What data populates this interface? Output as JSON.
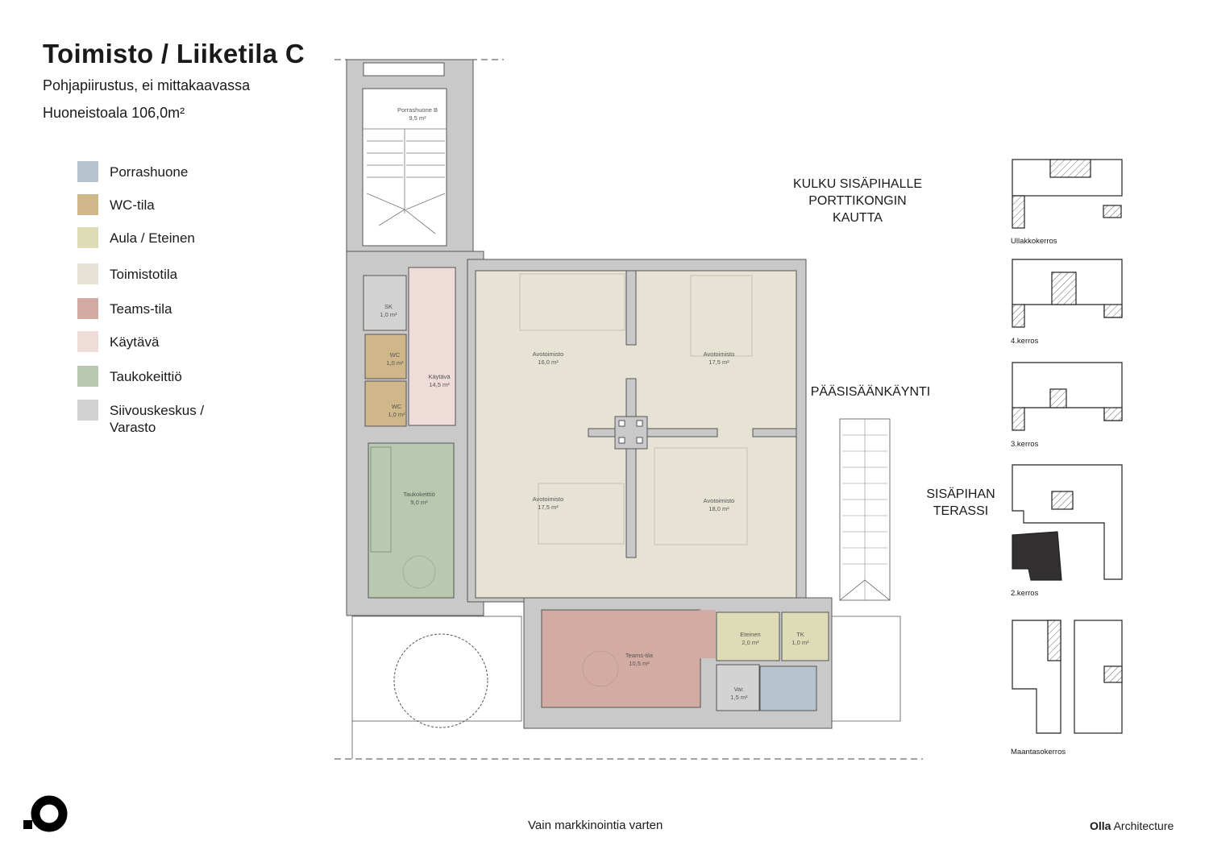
{
  "header": {
    "title": "Toimisto / Liiketila C",
    "subtitle": "Pohjapiirustus, ei mittakaavassa",
    "area": "Huoneistoala 106,0m²"
  },
  "legend": [
    {
      "label": "Porrashuone",
      "color": "#b5c3cc"
    },
    {
      "label": "WC-tila",
      "color": "#cfb789"
    },
    {
      "label": "Aula / Eteinen",
      "color": "#dedbb7"
    },
    {
      "label": "Toimistotila",
      "color": "#e7e3d4"
    },
    {
      "label": "Teams-tila",
      "color": "#d2aca2"
    },
    {
      "label": "Käytävä",
      "color": "#efdcd9"
    },
    {
      "label": "Taukokeittiö",
      "color": "#b8c9b0"
    },
    {
      "label": "Siivouskeskus / Varasto",
      "color": "#d3d3d3"
    }
  ],
  "rooms": {
    "porrashuone": {
      "name": "Porrashuone B",
      "area": "9,5 m²"
    },
    "sk": {
      "name": "SK",
      "area": "1,0 m²"
    },
    "wc1": {
      "name": "WC",
      "area": "1,0 m²"
    },
    "wc2": {
      "name": "WC",
      "area": "1,0 m²"
    },
    "kaytava": {
      "name": "Käytävä",
      "area": "14,5 m²"
    },
    "taukokeittio": {
      "name": "Taukokeittiö",
      "area": "9,0 m²"
    },
    "avo1": {
      "name": "Avotoimisto",
      "area": "16,0 m²"
    },
    "avo2": {
      "name": "Avotoimisto",
      "area": "17,5 m²"
    },
    "avo3": {
      "name": "Avotoimisto",
      "area": "17,5 m²"
    },
    "avo4": {
      "name": "Avotoimisto",
      "area": "18,0 m²"
    },
    "teams": {
      "name": "Teams-tila",
      "area": "10,5 m²"
    },
    "eteinen": {
      "name": "Eteinen",
      "area": "2,0 m²"
    },
    "tk": {
      "name": "TK",
      "area": "1,0 m²"
    },
    "var": {
      "name": "Var.",
      "area": "1,5 m²"
    }
  },
  "annotations": {
    "kulku": [
      "KULKU SISÄPIHALLE",
      "PORTTIKONGIN",
      "KAUTTA"
    ],
    "paasisaankaynti": "PÄÄSISÄÄNKÄYNTI",
    "terassi": [
      "SISÄPIHAN",
      "TERASSI"
    ]
  },
  "key_plans": [
    "Ullakkokerros",
    "4.kerros",
    "3.kerros",
    "2.kerros",
    "Maantasokerros"
  ],
  "footer": {
    "note": "Vain markkinointia varten",
    "brand_bold": "Olla",
    "brand_rest": "Architecture"
  },
  "colors": {
    "wall": "#c9c9c9",
    "wall_stroke": "#555555",
    "highlight": "#333031"
  }
}
